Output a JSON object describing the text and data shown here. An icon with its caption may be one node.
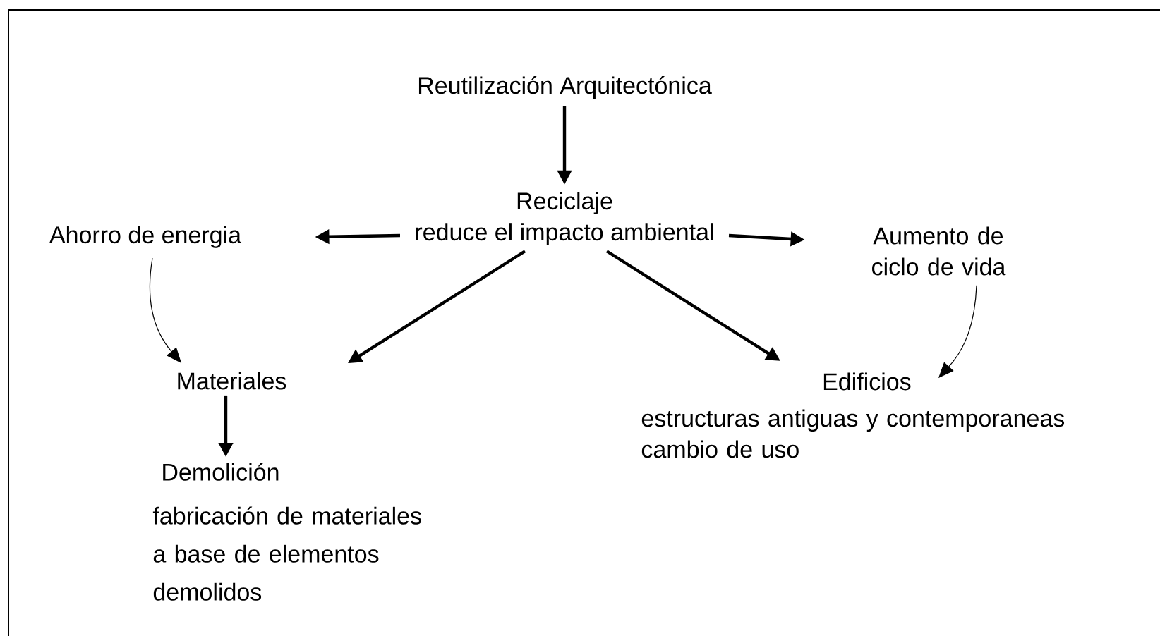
{
  "diagram": {
    "nodes": [
      {
        "text": [
          "Reutilización Arquitectónica"
        ]
      },
      {
        "text": [
          "Reciclaje",
          "reduce el impacto ambiental"
        ]
      },
      {
        "text": [
          "Ahorro de energia"
        ]
      },
      {
        "text": [
          "Aumento de ciclo de vida"
        ]
      },
      {
        "text": [
          "Materiales"
        ]
      },
      {
        "text": [
          "Edificios",
          "estructuras antiguas y contemporaneas cambio de uso"
        ]
      },
      {
        "text": [
          "Demolición",
          "fabricación de materiales a base de elementos demolidos"
        ]
      }
    ],
    "edges": [
      {
        "from": 0,
        "to": 1,
        "arrow": "to"
      },
      {
        "from": 1,
        "to": 2,
        "arrow": "to"
      },
      {
        "from": 1,
        "to": 3,
        "arrow": "to"
      },
      {
        "from": 1,
        "to": 4,
        "arrow": "to"
      },
      {
        "from": 1,
        "to": 5,
        "arrow": "to"
      },
      {
        "from": 2,
        "to": 4,
        "arrow": "to"
      },
      {
        "from": 3,
        "to": 5,
        "arrow": "to"
      },
      {
        "from": 4,
        "to": 6,
        "arrow": "to"
      }
    ]
  }
}
